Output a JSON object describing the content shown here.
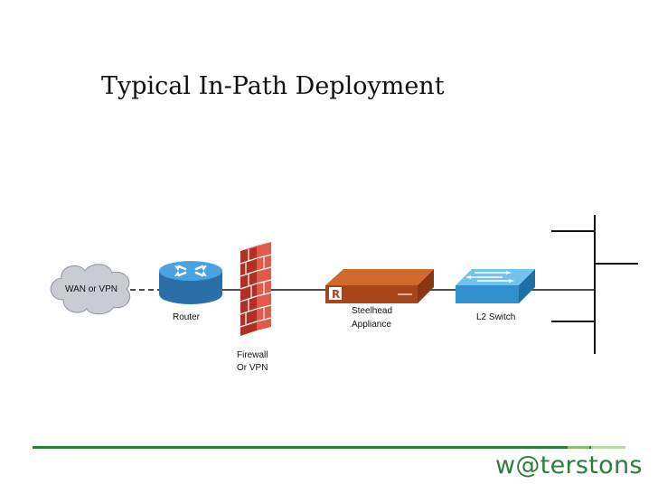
{
  "title": "Typical In-Path Deployment",
  "nodes": {
    "wan": "WAN or VPN",
    "router": "Router",
    "firewall_line1": "Firewall",
    "firewall_line2": "Or VPN",
    "steelhead_line1": "Steelhead",
    "steelhead_line2": "Appliance",
    "switch": "L2 Switch"
  },
  "appliance_badge": "R",
  "brand": "w@terstons",
  "colors": {
    "accent_green": "#2e7d3a",
    "router_blue": "#3a8fcf",
    "firewall_red": "#c0392b",
    "appliance_orange": "#b5521a",
    "switch_blue": "#3aa0d8"
  }
}
